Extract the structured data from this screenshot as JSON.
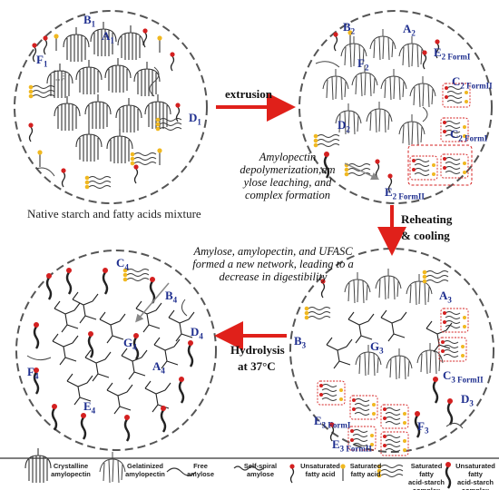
{
  "circle1": {
    "labels": {
      "a": "A",
      "a_sub": "1",
      "b": "B",
      "b_sub": "1",
      "d": "D",
      "d_sub": "1",
      "f": "F",
      "f_sub": "1"
    },
    "caption": "Native starch and fatty acids mixture"
  },
  "circle2": {
    "labels": {
      "a": "A",
      "a_sub": "2",
      "b": "B",
      "b_sub": "2",
      "f": "F",
      "f_sub": "2",
      "d": "D",
      "d_sub": "2",
      "e_form1": "E",
      "e_form1_sub": "2 FormI",
      "c_form2": "C",
      "c_form2_sub": "2 FormII",
      "c_form1": "C",
      "c_form1_sub": "2 FormI",
      "e_form2": "E",
      "e_form2_sub": "2 FormII"
    }
  },
  "circle3": {
    "labels": {
      "a": "A",
      "a_sub": "3",
      "b": "B",
      "b_sub": "3",
      "g": "G",
      "g_sub": "3",
      "c_form2": "C",
      "c_form2_sub": "3 FormII",
      "d": "D",
      "d_sub": "3",
      "e_form1": "E",
      "e_form1_sub": "3 FormI",
      "f": "F",
      "f_sub": "3",
      "e_form2": "E",
      "e_form2_sub": "3 FormII"
    }
  },
  "circle4": {
    "labels": {
      "c": "C",
      "c_sub": "4",
      "b": "B",
      "b_sub": "4",
      "g": "G",
      "g_sub": "4",
      "d": "D",
      "d_sub": "4",
      "a": "A",
      "a_sub": "4",
      "f": "F",
      "f_sub": "4",
      "e": "E",
      "e_sub": "4"
    }
  },
  "steps": {
    "extrusion": "extrusion",
    "reheating_line1": "Reheating",
    "reheating_line2": "& cooling",
    "hydrolysis_line1": "Hydrolysis",
    "hydrolysis_line2": "at 37°C"
  },
  "notes": {
    "depoly_line1": "Amylopectin",
    "depoly_line2": "depolymerization,am",
    "depoly_line3": "ylose leaching, and",
    "depoly_line4": "complex formation",
    "network_line1": "Amylose, amylopectin, and UFASC",
    "network_line2": "formed a new network, leading to a",
    "network_line3": "decrease in digestibility"
  },
  "legend": [
    {
      "line1": "Crystalline",
      "line2": "amylopectin",
      "icon": "crystalline-amylopectin-icon"
    },
    {
      "line1": "Gelatinized",
      "line2": "amylopectin",
      "icon": "gelatinized-amylopectin-icon"
    },
    {
      "line1": "Free",
      "line2": "amylose",
      "icon": "free-amylose-icon"
    },
    {
      "line1": "Self-spiral",
      "line2": "amylose",
      "icon": "self-spiral-amylose-icon"
    },
    {
      "line1": "Unsaturated",
      "line2": "fatty acid",
      "icon": "unsaturated-fatty-acid-icon"
    },
    {
      "line1": "Saturated",
      "line2": "fatty acid",
      "icon": "saturated-fatty-acid-icon"
    },
    {
      "line1": "Saturated fatty",
      "line2": "acid-starch complex",
      "icon": "saturated-complex-icon"
    },
    {
      "line1": "Unsaturated fatty",
      "line2": "acid-starch complex",
      "icon": "unsaturated-complex-icon"
    }
  ],
  "colors": {
    "label_blue": "#1f2f8f",
    "arrow_red": "#e0201a",
    "fatty_red": "#d42020",
    "fatty_yellow": "#f0b820",
    "gray_arrow": "#888888"
  }
}
